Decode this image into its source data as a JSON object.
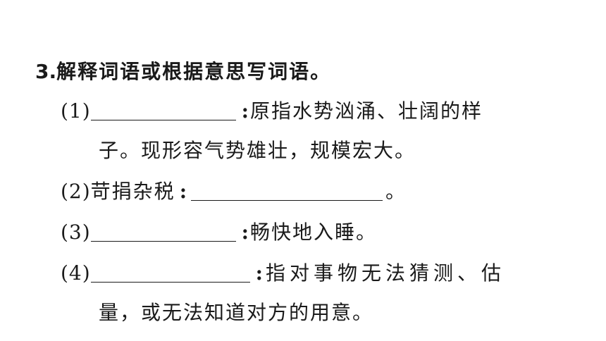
{
  "question": {
    "number": "3.",
    "title": "解释词语或根据意思写词语。"
  },
  "items": [
    {
      "label": "(1)",
      "colon": ":",
      "text_line1": "原指水势汹涌、壮阔的样",
      "text_line2": "子。现形容气势雄壮，规模宏大。"
    },
    {
      "label": "(2)",
      "term": "苛捐杂税",
      "colon": ":",
      "end": "。"
    },
    {
      "label": "(3)",
      "colon": ":",
      "text_line1": "畅快地入睡。"
    },
    {
      "label": "(4)",
      "colon": ":",
      "text_line1": "指对事物无法猜测、估",
      "text_line2": "量，或无法知道对方的用意。"
    }
  ]
}
